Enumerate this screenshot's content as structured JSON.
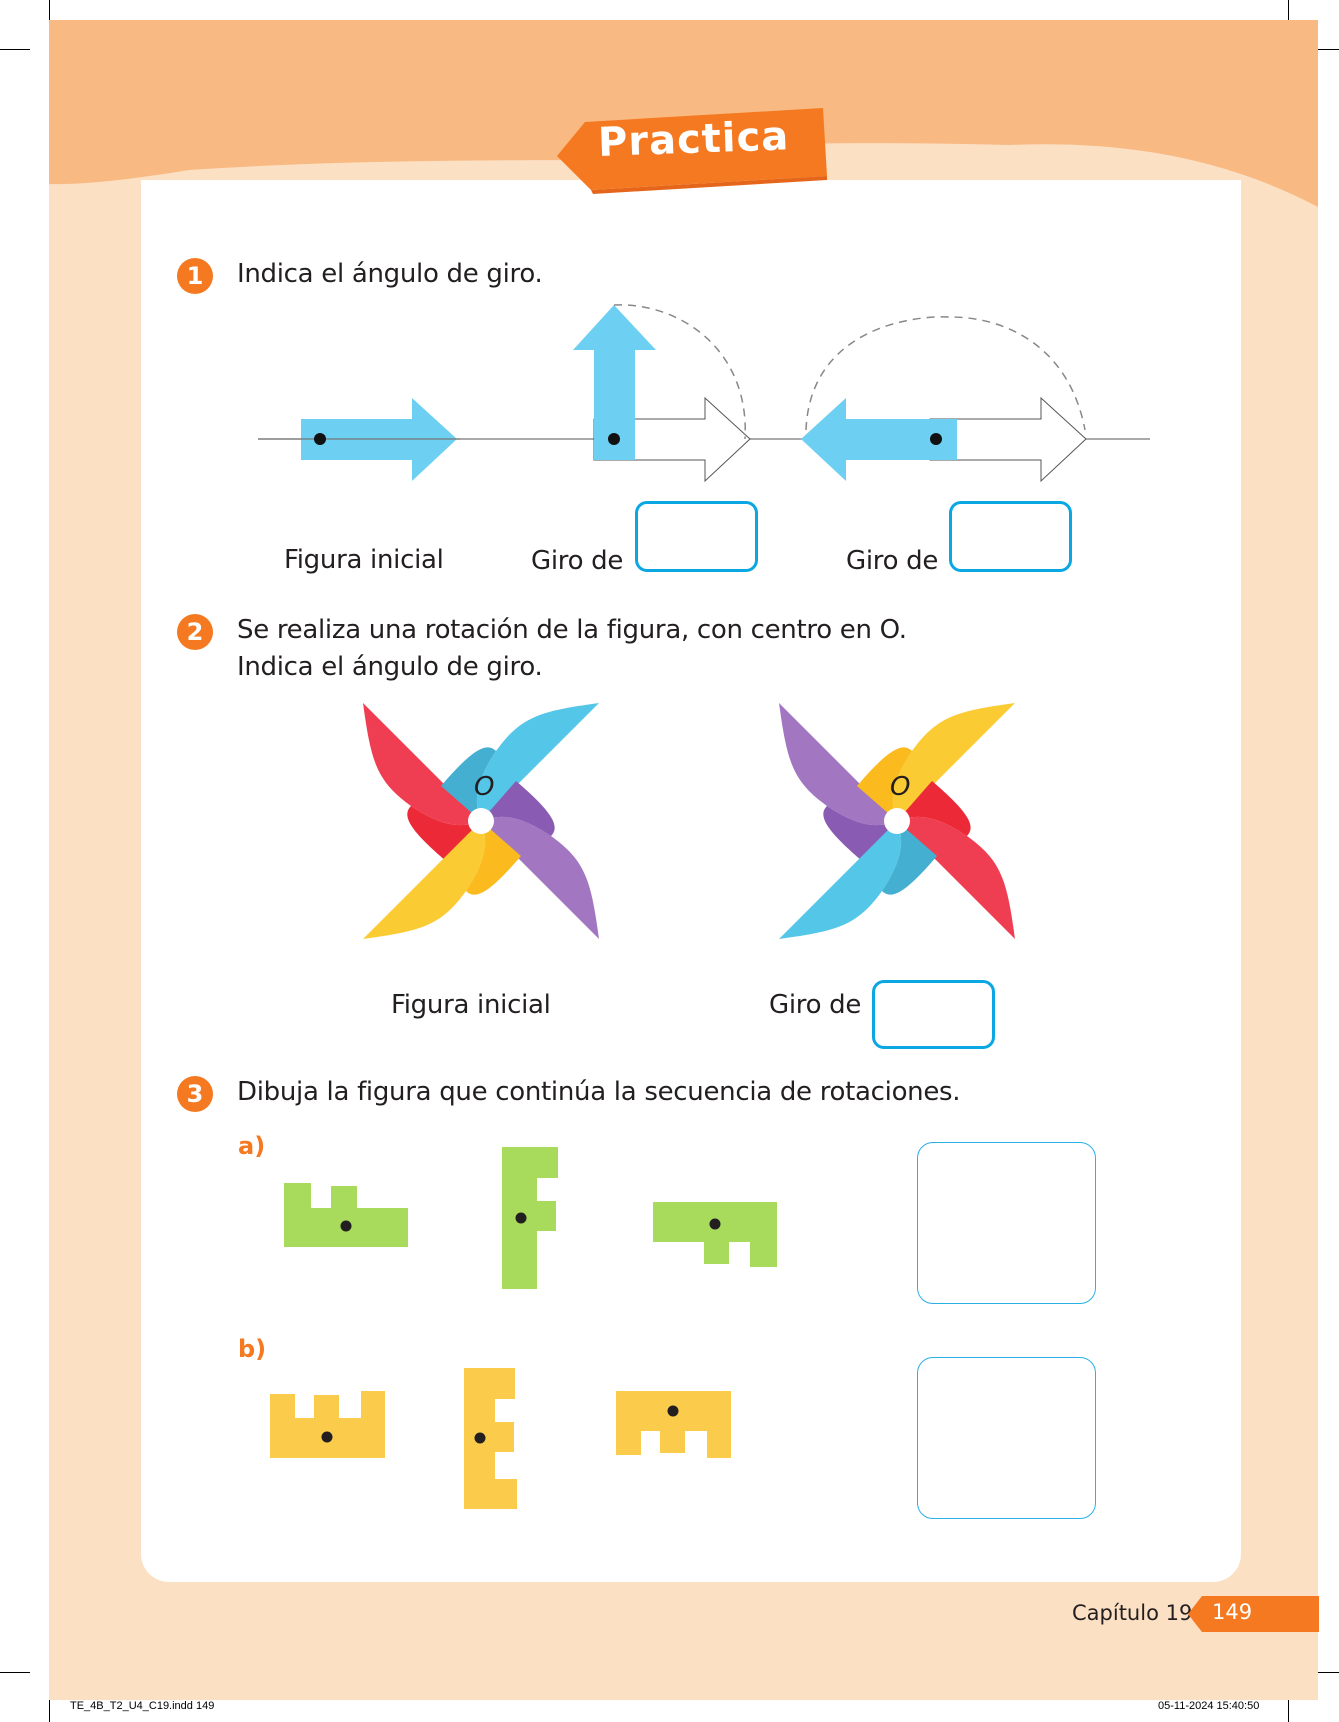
{
  "header": {
    "title": "Practica"
  },
  "questions": [
    {
      "number": "1",
      "text": "Indica el ángulo de giro.",
      "labels": {
        "initial": "Figura inicial",
        "turn1": "Giro de",
        "turn2": "Giro de"
      },
      "answers": [
        "",
        ""
      ]
    },
    {
      "number": "2",
      "text_line1": "Se realiza una rotación de la figura, con centro en O.",
      "text_line2": "Indica el ángulo de giro.",
      "center_label": "O",
      "labels": {
        "initial": "Figura inicial",
        "turn": "Giro de"
      },
      "answers": [
        ""
      ]
    },
    {
      "number": "3",
      "text": "Dibuja la figura que continúa la secuencia de rotaciones.",
      "parts": [
        {
          "label": "a)",
          "color": "#a8da5c"
        },
        {
          "label": "b)",
          "color": "#fbcc4b"
        }
      ]
    }
  ],
  "colors": {
    "accent": "#f47920",
    "header_band": "#f8b982",
    "page_bg": "#fce0c4",
    "arrow_blue": "#6dcff2",
    "box_blue": "#0aa7e2",
    "pinwheel": {
      "red": "#ef3e52",
      "blue": "#54c6e8",
      "purple": "#a276c0",
      "yellow": "#fbcb34"
    }
  },
  "footer": {
    "chapter": "Capítulo 19",
    "page": "149"
  },
  "slug": {
    "file": "TE_4B_T2_U4_C19.indd   149",
    "timestamp": "05-11-2024   15:40:50"
  }
}
